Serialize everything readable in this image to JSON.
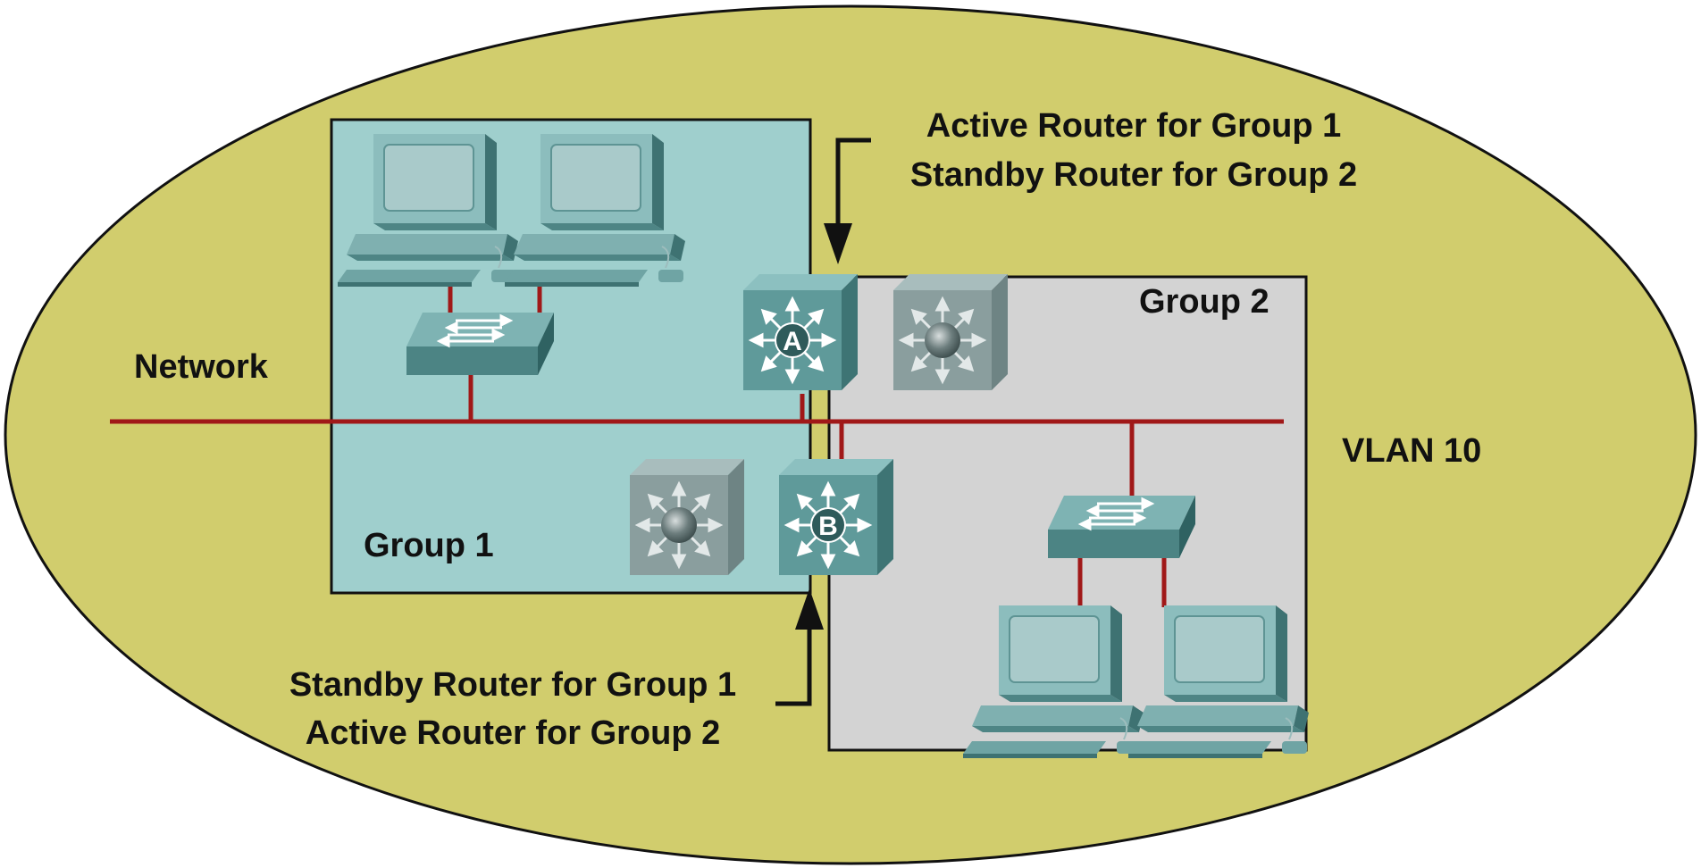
{
  "labels": {
    "network": "Network",
    "vlan": "VLAN 10",
    "group1": "Group 1",
    "group2": "Group 2",
    "router_a": "A",
    "router_b": "B",
    "router_a_line1": "Active Router for Group 1",
    "router_a_line2": "Standby Router for Group 2",
    "router_b_line1": "Standby Router for Group 1",
    "router_b_line2": "Active Router for Group 2"
  },
  "icons": {
    "pc": "pc-icon",
    "switch": "switch-icon",
    "router": "multilayer-switch-icon"
  },
  "colors": {
    "vlan_fill": "#D1CD6D",
    "group1_fill": "#9FCFCD",
    "group2_fill": "#D3D3D3",
    "link": "#A01818",
    "device": "#5F9A9A",
    "device_dim": "#8A9E9E"
  }
}
